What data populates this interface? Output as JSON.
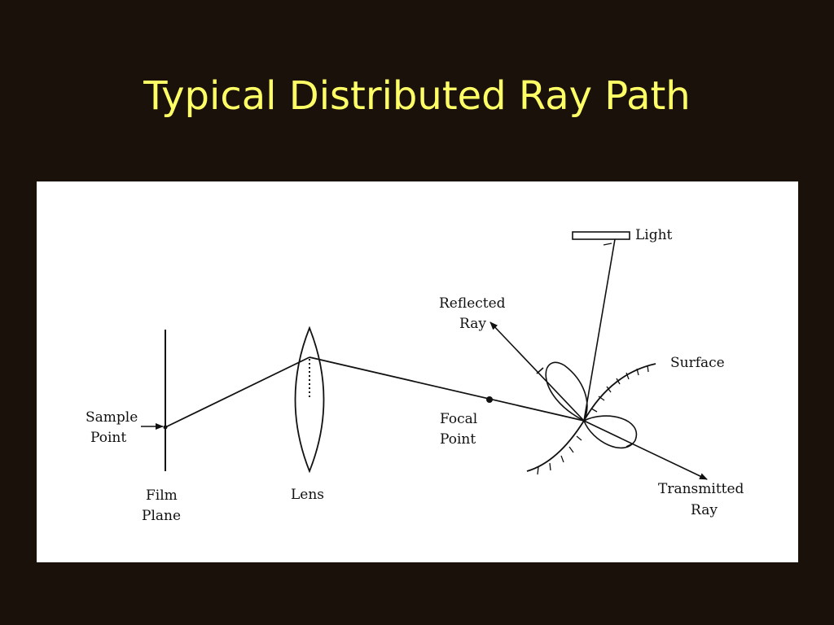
{
  "slide": {
    "title": "Typical Distributed Ray Path"
  },
  "diagram": {
    "labels": {
      "light": "Light",
      "reflected_line1": "Reflected",
      "reflected_line2": "Ray",
      "surface": "Surface",
      "sample_line1": "Sample",
      "sample_line2": "Point",
      "focal_line1": "Focal",
      "focal_line2": "Point",
      "film_line1": "Film",
      "film_line2": "Plane",
      "lens": "Lens",
      "transmitted_line1": "Transmitted",
      "transmitted_line2": "Ray"
    },
    "colors": {
      "background": "#1a120a",
      "title": "#ffff66",
      "panel": "#ffffff",
      "ink": "#111111"
    }
  }
}
